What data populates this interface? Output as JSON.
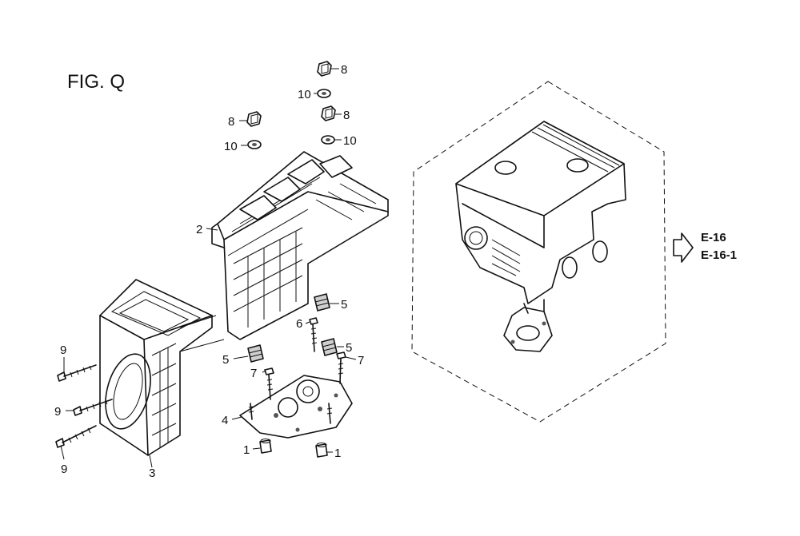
{
  "figure": {
    "title": "FIG. Q"
  },
  "references": [
    "E-16",
    "E-16-1"
  ],
  "callouts": [
    {
      "id": "c8a",
      "label": "8"
    },
    {
      "id": "c10a",
      "label": "10"
    },
    {
      "id": "c8b",
      "label": "8"
    },
    {
      "id": "c10b",
      "label": "10"
    },
    {
      "id": "c8c",
      "label": "8"
    },
    {
      "id": "c10c",
      "label": "10"
    },
    {
      "id": "c2",
      "label": "2"
    },
    {
      "id": "c5a",
      "label": "5"
    },
    {
      "id": "c6",
      "label": "6"
    },
    {
      "id": "c5b",
      "label": "5"
    },
    {
      "id": "c5c",
      "label": "5"
    },
    {
      "id": "c7a",
      "label": "7"
    },
    {
      "id": "c7b",
      "label": "7"
    },
    {
      "id": "c4",
      "label": "4"
    },
    {
      "id": "c1a",
      "label": "1"
    },
    {
      "id": "c1b",
      "label": "1"
    },
    {
      "id": "c9a",
      "label": "9"
    },
    {
      "id": "c9b",
      "label": "9"
    },
    {
      "id": "c9c",
      "label": "9"
    },
    {
      "id": "c3",
      "label": "3"
    }
  ]
}
